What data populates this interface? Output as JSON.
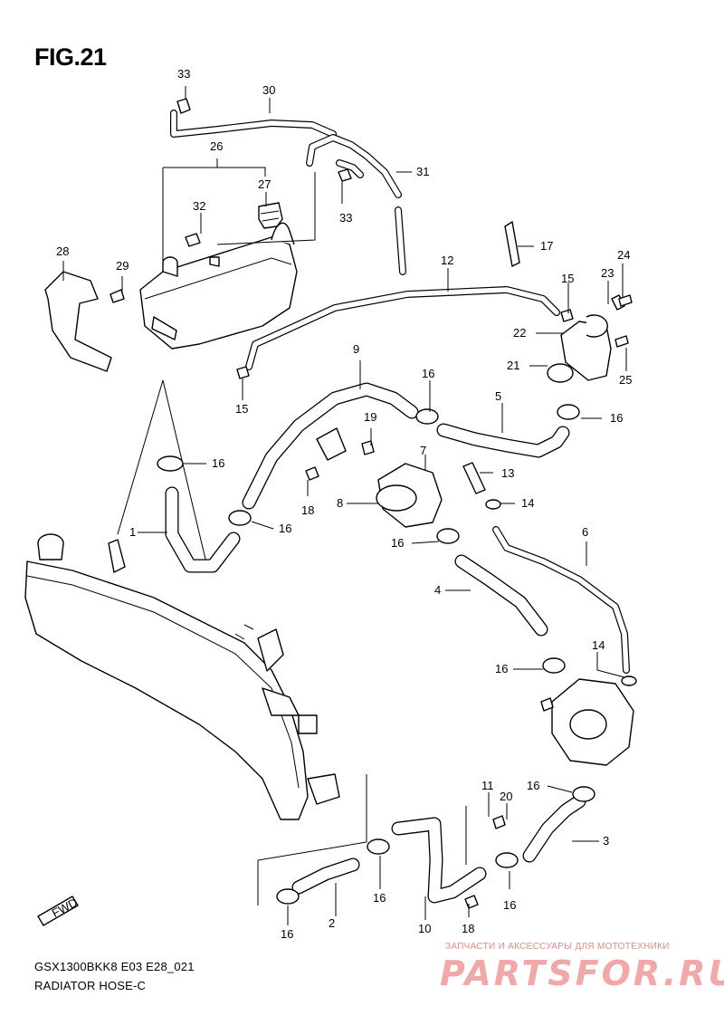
{
  "figure": {
    "title": "FIG.21"
  },
  "callouts": {
    "c1": "1",
    "c2": "2",
    "c3": "3",
    "c4": "4",
    "c5": "5",
    "c6": "6",
    "c7": "7",
    "c8": "8",
    "c9": "9",
    "c10": "10",
    "c11": "11",
    "c12": "12",
    "c13": "13",
    "c14": "14",
    "c15": "15",
    "c16": "16",
    "c17": "17",
    "c18": "18",
    "c19": "19",
    "c20": "20",
    "c21": "21",
    "c22": "22",
    "c23": "23",
    "c24": "24",
    "c25": "25",
    "c26": "26",
    "c27": "27",
    "c28": "28",
    "c29": "29",
    "c30": "30",
    "c31": "31",
    "c32": "32",
    "c33": "33"
  },
  "direction_badge": "FWD",
  "footer": {
    "model_code": "GSX1300BKK8 E03 E28_021",
    "section_name": "RADIATOR HOSE-C"
  },
  "watermark": {
    "tagline": "ЗАПЧАСТИ И АКСЕССУАРЫ ДЛЯ МОТОТЕХНИКИ",
    "logo": "PARTSFOR.RU"
  }
}
